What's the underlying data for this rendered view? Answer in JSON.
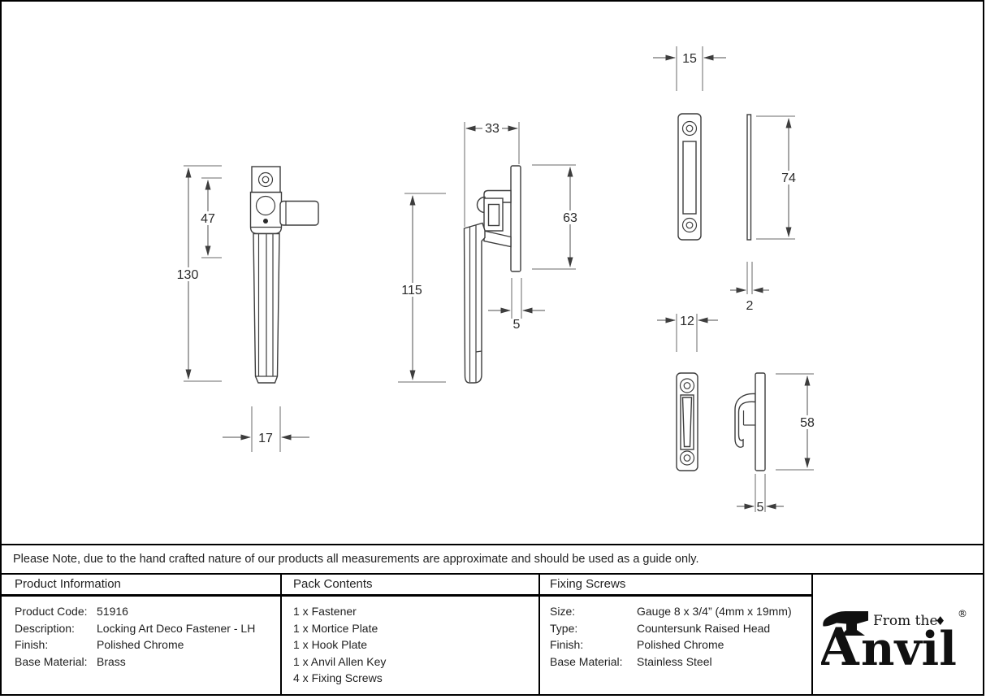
{
  "note": "Please Note, due to the hand crafted nature of our products all measurements are approximate and should be used as a guide only.",
  "drawings": {
    "front_view": {
      "overall_height": "130",
      "head_height": "47",
      "width": "17"
    },
    "side_view": {
      "depth": "33",
      "height": "115",
      "plate_height": "63",
      "plate_thickness": "5"
    },
    "mortice_plate": {
      "width": "15",
      "height": "74",
      "thickness": "2"
    },
    "hook_plate": {
      "width": "12",
      "height": "58",
      "thickness": "5"
    }
  },
  "table": {
    "product_information": {
      "header": "Product Information",
      "rows": [
        {
          "label": "Product Code:",
          "value": "51916"
        },
        {
          "label": "Description:",
          "value": "Locking Art Deco Fastener - LH"
        },
        {
          "label": "Finish:",
          "value": "Polished Chrome"
        },
        {
          "label": "Base Material:",
          "value": "Brass"
        }
      ]
    },
    "pack_contents": {
      "header": "Pack Contents",
      "items": [
        "1 x Fastener",
        "1 x Mortice Plate",
        "1 x Hook Plate",
        "1 x Anvil Allen Key",
        "4 x Fixing Screws"
      ]
    },
    "fixing_screws": {
      "header": "Fixing Screws",
      "rows": [
        {
          "label": "Size:",
          "value": "Gauge 8 x 3/4” (4mm x 19mm)"
        },
        {
          "label": "Type:",
          "value": "Countersunk Raised Head"
        },
        {
          "label": "Finish:",
          "value": "Polished Chrome"
        },
        {
          "label": "Base Material:",
          "value": "Stainless Steel"
        }
      ]
    }
  },
  "logo": {
    "brand_a": "A",
    "brand_rest": "nvil",
    "tagline": "From the",
    "diamond": "♦",
    "registered": "®"
  },
  "colors": {
    "border": "#000000",
    "drawing_line": "#3d3d3d",
    "text": "#1f1f1f",
    "background": "#ffffff"
  }
}
